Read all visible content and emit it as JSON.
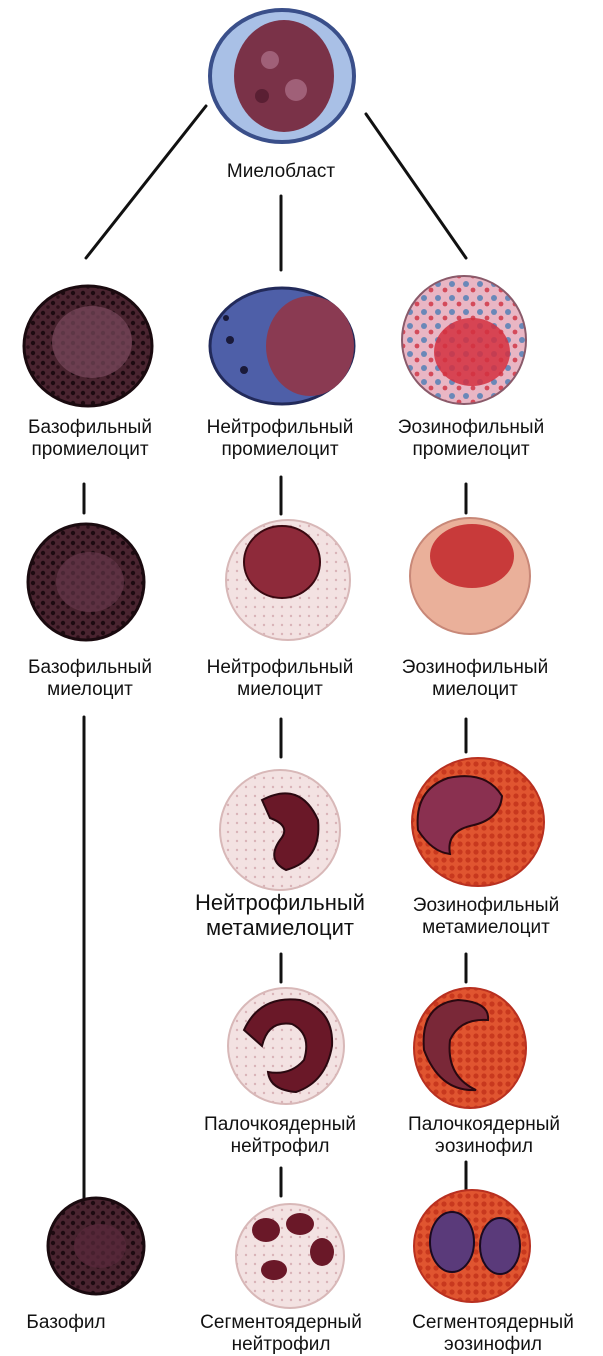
{
  "root": {
    "label": "Миелобласт"
  },
  "stages": {
    "basophil": {
      "promyelocyte": [
        "Базофильный",
        "промиелоцит"
      ],
      "myelocyte": [
        "Базофильный",
        "миелоцит"
      ],
      "mature": [
        "Базофил"
      ]
    },
    "neutrophil": {
      "promyelocyte": [
        "Нейтрофильный",
        "промиелоцит"
      ],
      "myelocyte": [
        "Нейтрофильный",
        "миелоцит"
      ],
      "metamyelocyte": [
        "Нейтрофильный",
        "метамиелоцит"
      ],
      "band": [
        "Палочкоядерный",
        "нейтрофил"
      ],
      "segmented": [
        "Сегментоядерный",
        "нейтрофил"
      ]
    },
    "eosinophil": {
      "promyelocyte": [
        "Эозинофильный",
        "промиелоцит"
      ],
      "myelocyte": [
        "Эозинофильный",
        "миелоцит"
      ],
      "metamyelocyte": [
        "Эозинофильный",
        "метамиелоцит"
      ],
      "band": [
        "Палочкоядерный",
        "эозинофил"
      ],
      "segmented": [
        "Сегментоядерный",
        "эозинофил"
      ]
    }
  },
  "colors": {
    "basophil_cytoplasm": "#3a1a22",
    "basophil_nucleus": "#6b3a4e",
    "neutrophil_cytoplasm": "#f2dfe0",
    "neutrophil_nucleus": "#5a1522",
    "eosinophil_cytoplasm": "#e0482a",
    "eosinophil_nucleus": "#7a2238",
    "blast_cytoplasm": "#8aa6d8",
    "blast_nucleus": "#7a3248",
    "connector": "#111111"
  }
}
